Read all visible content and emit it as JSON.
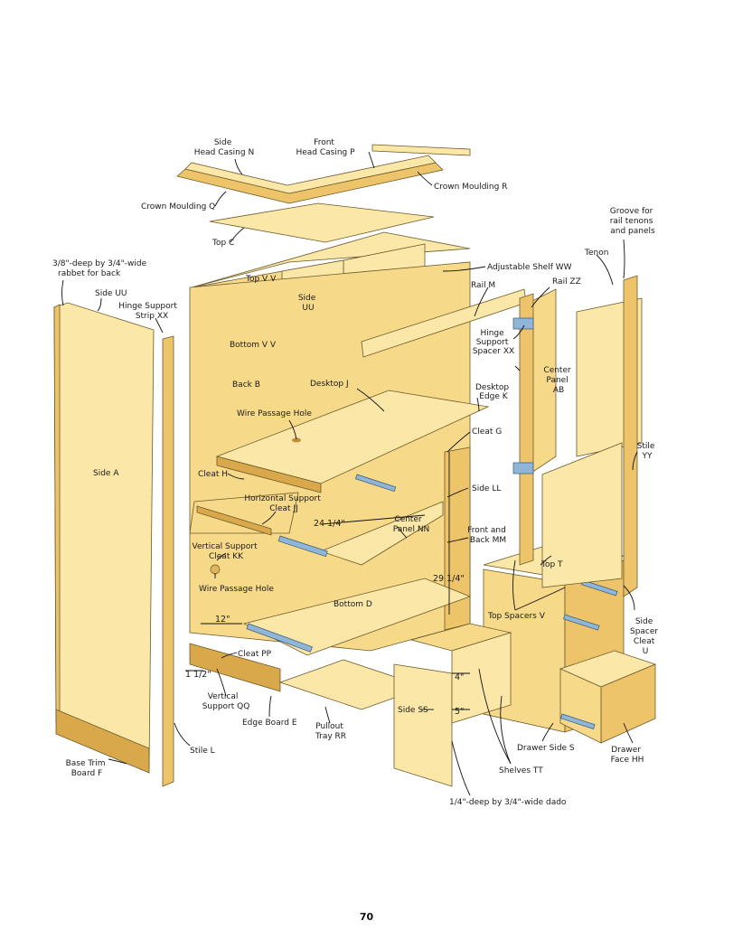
{
  "labels": {
    "side_head_casing": [
      "Side",
      "Head Casing N"
    ],
    "front_head_casing": [
      "Front",
      "Head Casing P"
    ],
    "crown_moulding_r": "Crown Moulding R",
    "crown_moulding_q": "Crown Moulding Q",
    "top_c": "Top C",
    "groove": [
      "Groove for",
      "rail tenons",
      "and panels"
    ],
    "tenon": "Tenon",
    "rabbet": [
      "3/8\"-deep by 3/4\"-wide",
      "rabbet for back"
    ],
    "side_uu_left": "Side UU",
    "hinge_support_strip": [
      "Hinge Support",
      "Strip XX"
    ],
    "top_vv": "Top V V",
    "side_uu_inner": [
      "Side",
      "UU"
    ],
    "adjustable_shelf": "Adjustable Shelf WW",
    "rail_m": "Rail M",
    "rail_zz": "Rail ZZ",
    "bottom_vv": "Bottom V V",
    "hinge_support_spacer": [
      "Hinge",
      "Support",
      "Spacer XX"
    ],
    "center_panel_ab": [
      "Center",
      "Panel",
      "AB"
    ],
    "back_b": "Back B",
    "desktop_j": "Desktop J",
    "desktop_edge": [
      "Desktop",
      "Edge K"
    ],
    "wire_passage_hole_top": "Wire Passage Hole",
    "cleat_g": "Cleat G",
    "stile_yy": [
      "Stile",
      "YY"
    ],
    "side_a": "Side A",
    "cleat_h": "Cleat H",
    "side_ll": "Side LL",
    "horizontal_support": [
      "Horizontal Support",
      "Cleat JJ"
    ],
    "center_panel_nn": [
      "Center",
      "Panel NN"
    ],
    "front_back_mm": [
      "Front and",
      "Back MM"
    ],
    "vertical_support_kk": [
      "Vertical Support",
      "Cleat KK"
    ],
    "top_t": "Top T",
    "wire_passage_hole_bottom": "Wire Passage Hole",
    "bottom_d": "Bottom D",
    "top_spacers": "Top Spacers V",
    "side_spacer_cleat": [
      "Side",
      "Spacer",
      "Cleat",
      "U"
    ],
    "cleat_pp": "Cleat PP",
    "vertical_support_qq": [
      "Vertical",
      "Support QQ"
    ],
    "edge_board": "Edge Board E",
    "pullout_tray": [
      "Pullout",
      "Tray RR"
    ],
    "side_ss": "Side SS",
    "drawer_side": "Drawer Side S",
    "drawer_face": [
      "Drawer",
      "Face HH"
    ],
    "shelves_tt": "Shelves TT",
    "base_trim": [
      "Base Trim",
      "Board F"
    ],
    "stile_l": "Stile L",
    "dado": "1/4\"-deep by 3/4\"-wide dado"
  },
  "dimensions": {
    "width_24": "24 1/4\"",
    "height_29": "29 1/4\"",
    "depth_12": "12\"",
    "gap_1_5": "1 1/2\"",
    "spacing_4": "4\"",
    "spacing_5": "5\""
  },
  "page_number": "70",
  "colors": {
    "wood_light": "#fbe7a8",
    "wood_mid": "#f7d98a",
    "wood_dark": "#d9a84a",
    "metal": "#8fb6d6",
    "outline": "#6b5a2a"
  }
}
